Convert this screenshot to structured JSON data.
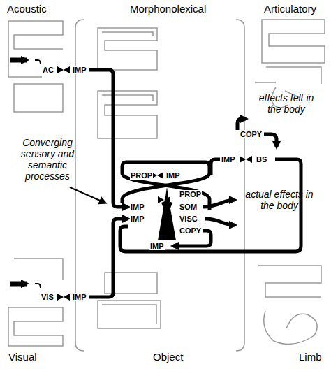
{
  "diagram": {
    "labels": [
      "Acoustic",
      "Morphonolexical",
      "Articulatory",
      "Converging sensory and semantic processes",
      "AC",
      "IMP",
      "effects felt in the body",
      "COPY",
      "PROP",
      "IMP",
      "IMP",
      "BS",
      "PROP",
      "IMP",
      "SOM",
      "IMP",
      "VISC",
      "COPY",
      "actual effects in the body",
      "IMP",
      "VIS",
      "IMP",
      "Visual",
      "Object",
      "Limb"
    ]
  }
}
